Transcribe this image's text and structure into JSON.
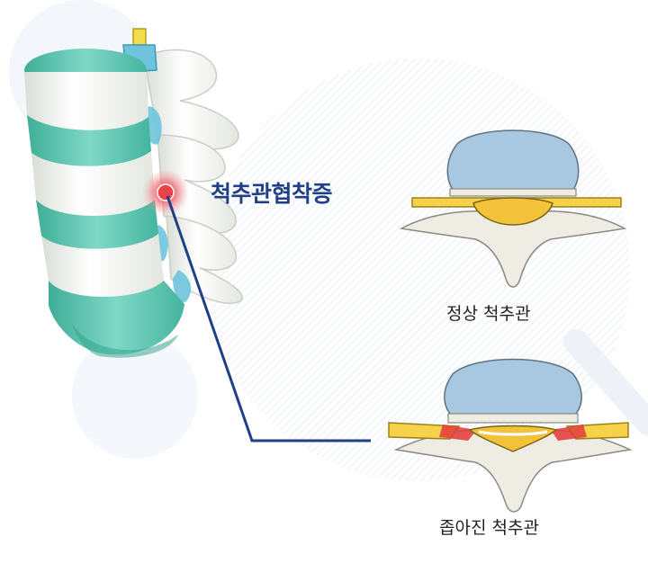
{
  "diagram": {
    "title": "척추관협착증",
    "normal_caption": "정상 척추관",
    "narrow_caption": "좁아진 척추관"
  },
  "colors": {
    "title": "#1f3f86",
    "connector": "#1f3f86",
    "disc_teal": "#5cc7b2",
    "vertebral_body_blue": "#a8c7e0",
    "spinal_canal_yellow": "#f2c23a",
    "nerve_root_yellow": "#f6d24a",
    "compression_red": "#e33a3a",
    "pain_marker_red": "#e8434b",
    "bone": "#efece4"
  }
}
